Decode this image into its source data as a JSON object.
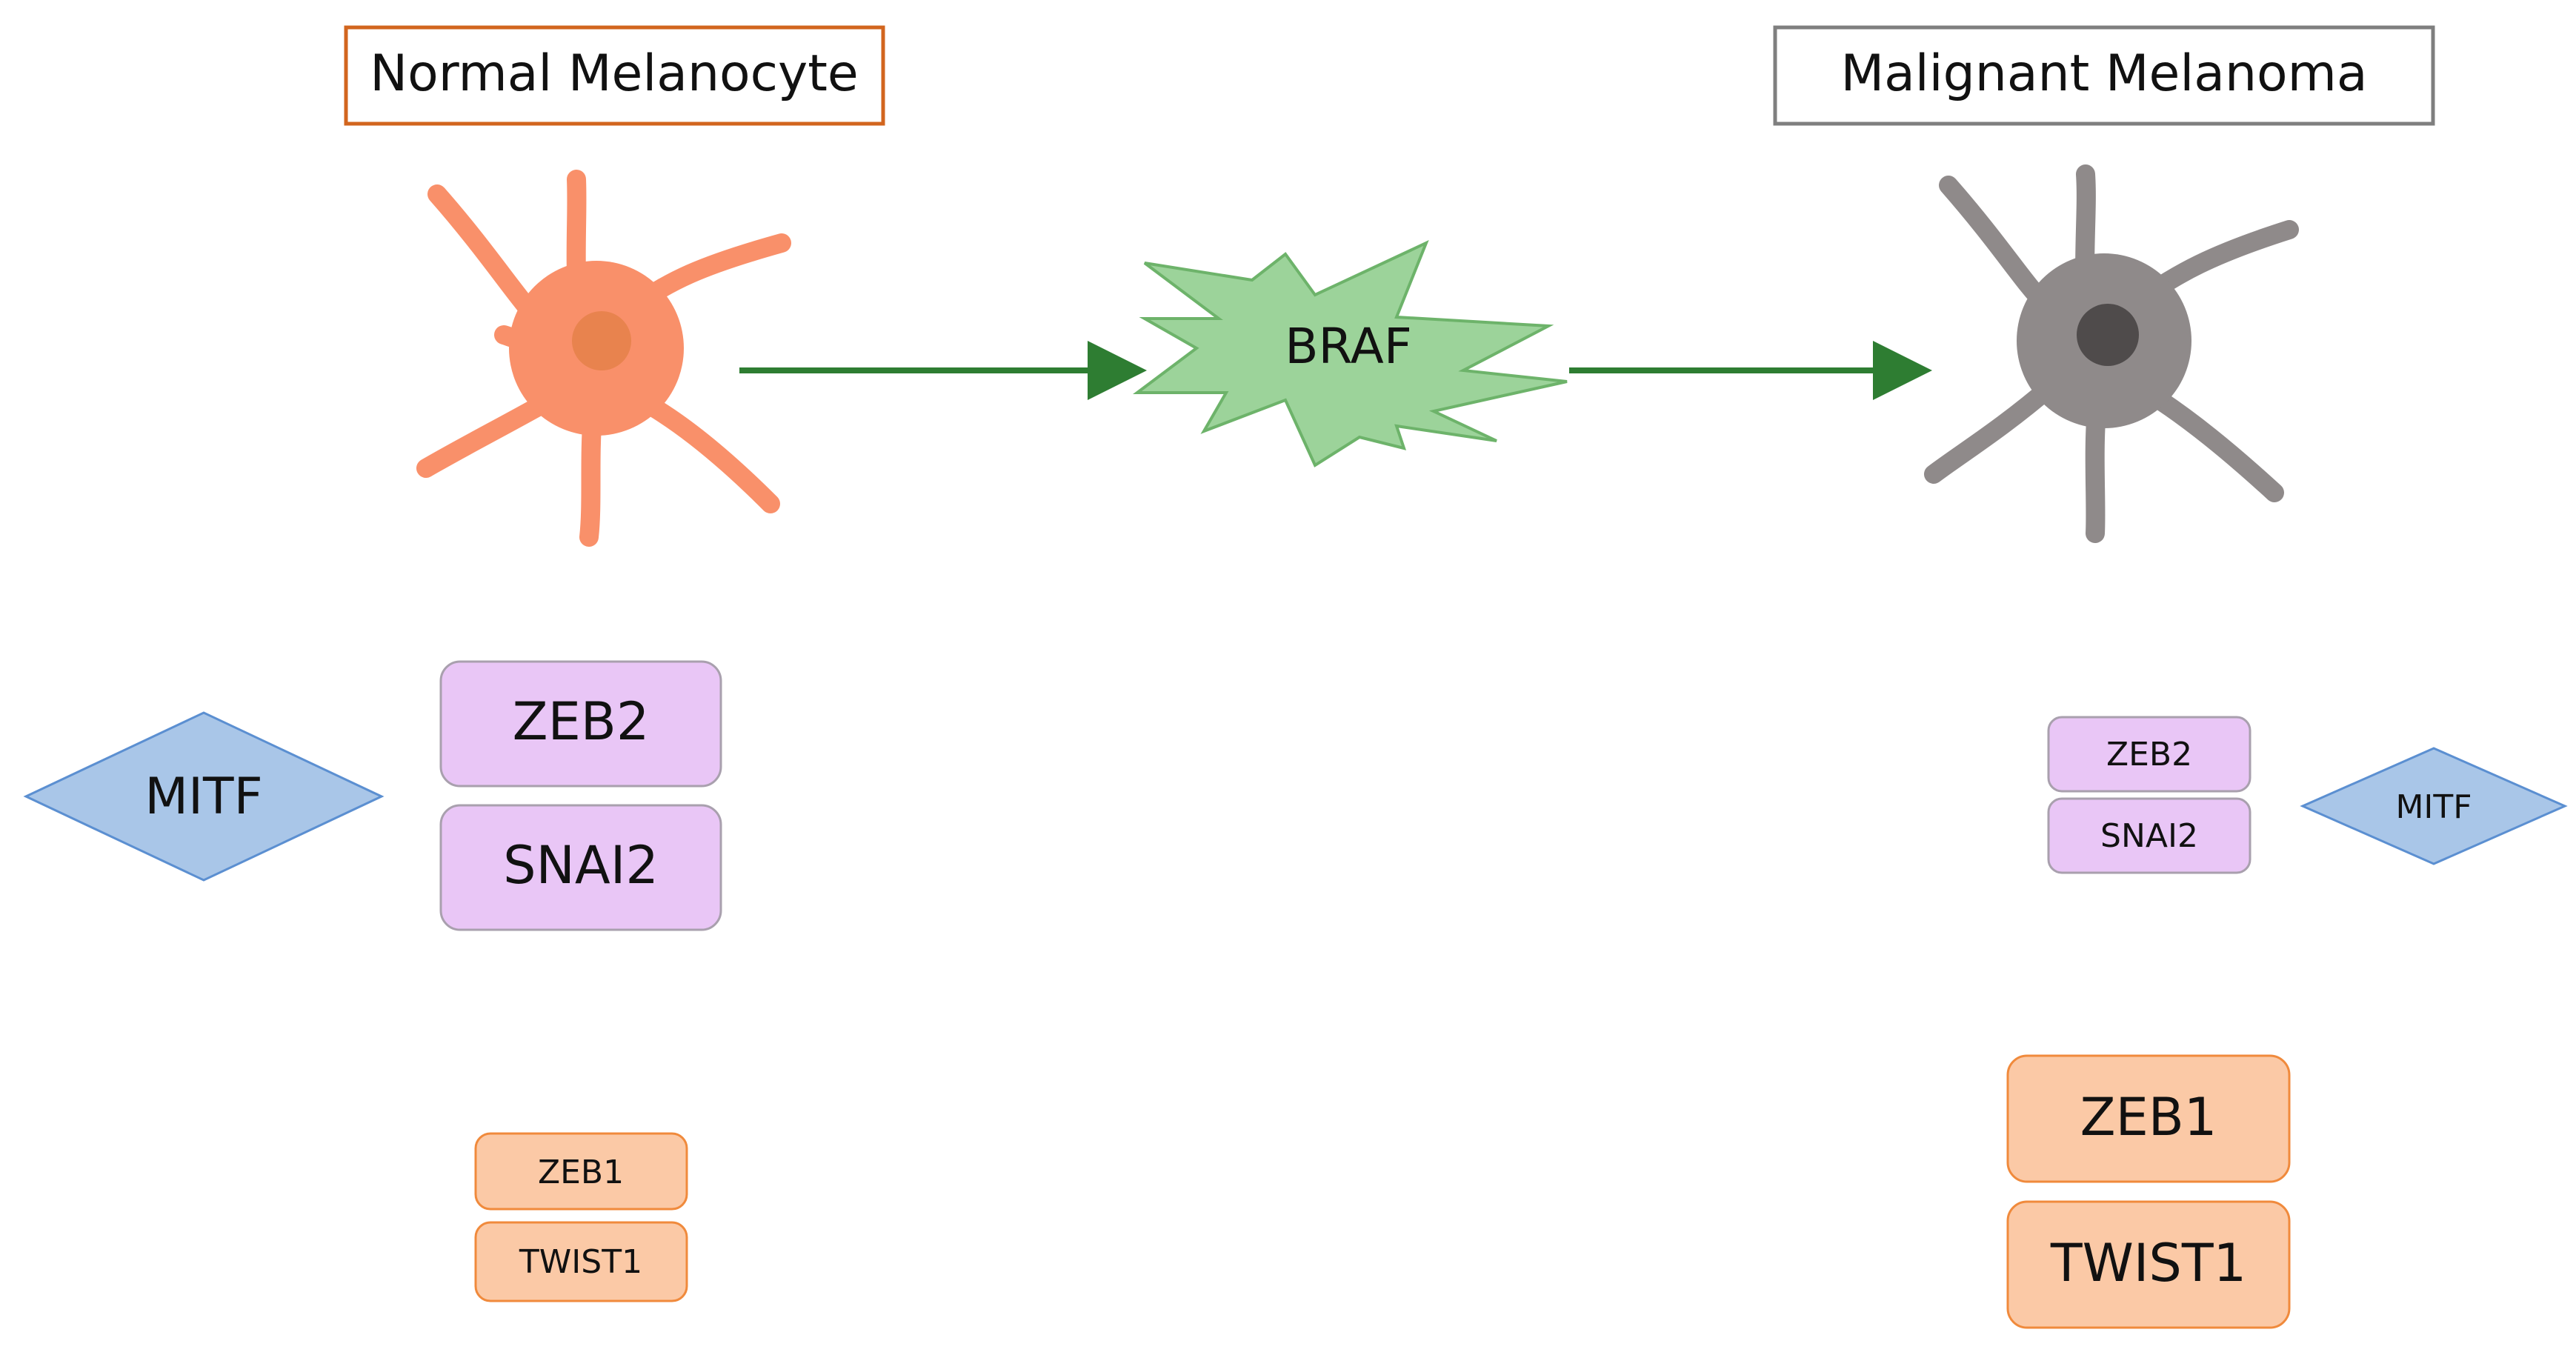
{
  "titles": {
    "normal": "Normal Melanocyte",
    "malignant": "Malignant Melanoma"
  },
  "mutation": {
    "label": "BRAF"
  },
  "normal_side": {
    "diamond": "MITF",
    "large_boxes": [
      "ZEB2",
      "SNAI2"
    ],
    "small_boxes": [
      "ZEB1",
      "TWIST1"
    ]
  },
  "malignant_side": {
    "diamond": "MITF",
    "small_boxes": [
      "ZEB2",
      "SNAI2"
    ],
    "large_boxes": [
      "ZEB1",
      "TWIST1"
    ]
  },
  "colors": {
    "normal_cell": "#F9906A",
    "normal_nucleus": "#E8834E",
    "malignant_cell": "#8F8A8A",
    "malignant_nucleus": "#4F4B4B",
    "normal_title_border": "#D2651E",
    "malignant_title_border": "#7F7F7F",
    "burst_fill": "#9CD39A",
    "burst_stroke": "#6DB36A",
    "arrow": "#2E7D32",
    "diamond_fill": "#A9C6E8",
    "diamond_stroke": "#5B8FD1",
    "purple_box_fill": "#E9C6F6",
    "purple_box_stroke": "#A9A0AE",
    "orange_box_fill": "#FBC9A6",
    "orange_box_stroke": "#F08A3C"
  }
}
